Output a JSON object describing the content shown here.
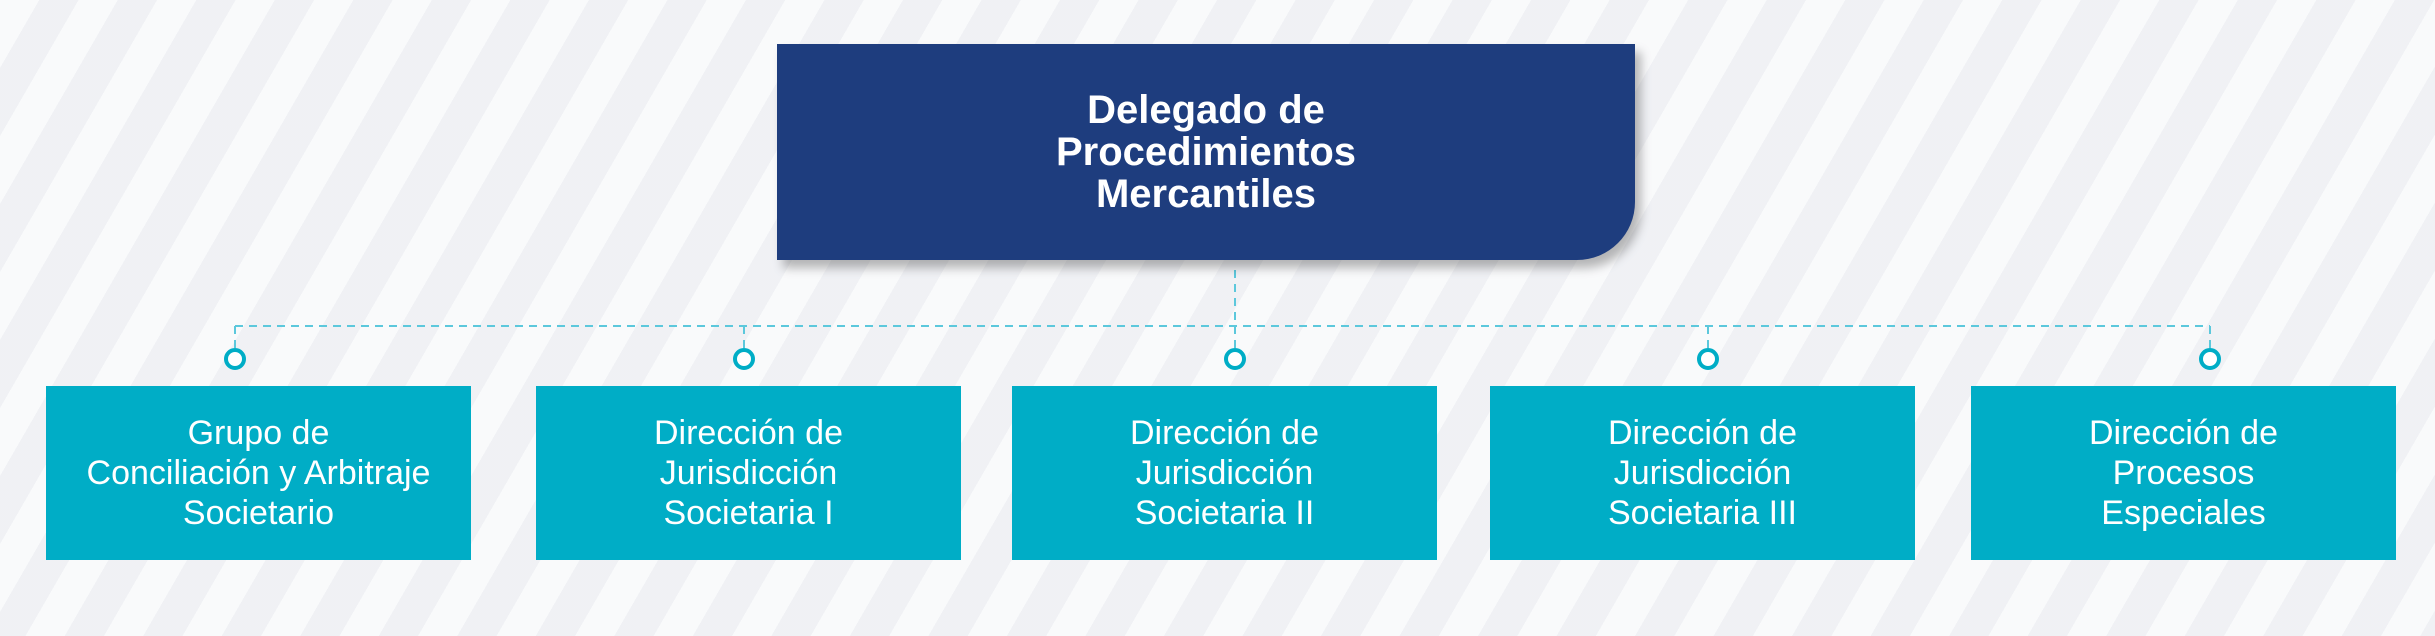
{
  "diagram": {
    "root": {
      "title": "Delegado de\nProcedimientos\nMercantiles"
    },
    "children": [
      {
        "label": "Grupo de\nConciliación y Arbitraje\nSocietario"
      },
      {
        "label": "Dirección de\nJurisdicción\nSocietaria I"
      },
      {
        "label": "Dirección de\nJurisdicción\nSocietaria II"
      },
      {
        "label": "Dirección de\nJurisdicción\nSocietaria III"
      },
      {
        "label": "Dirección de\nProcesos\nEspeciales"
      }
    ],
    "colors": {
      "root_fill": "#1e3d7e",
      "child_fill": "#00adc6",
      "connector": "#5cc8dc",
      "text": "#ffffff"
    }
  }
}
